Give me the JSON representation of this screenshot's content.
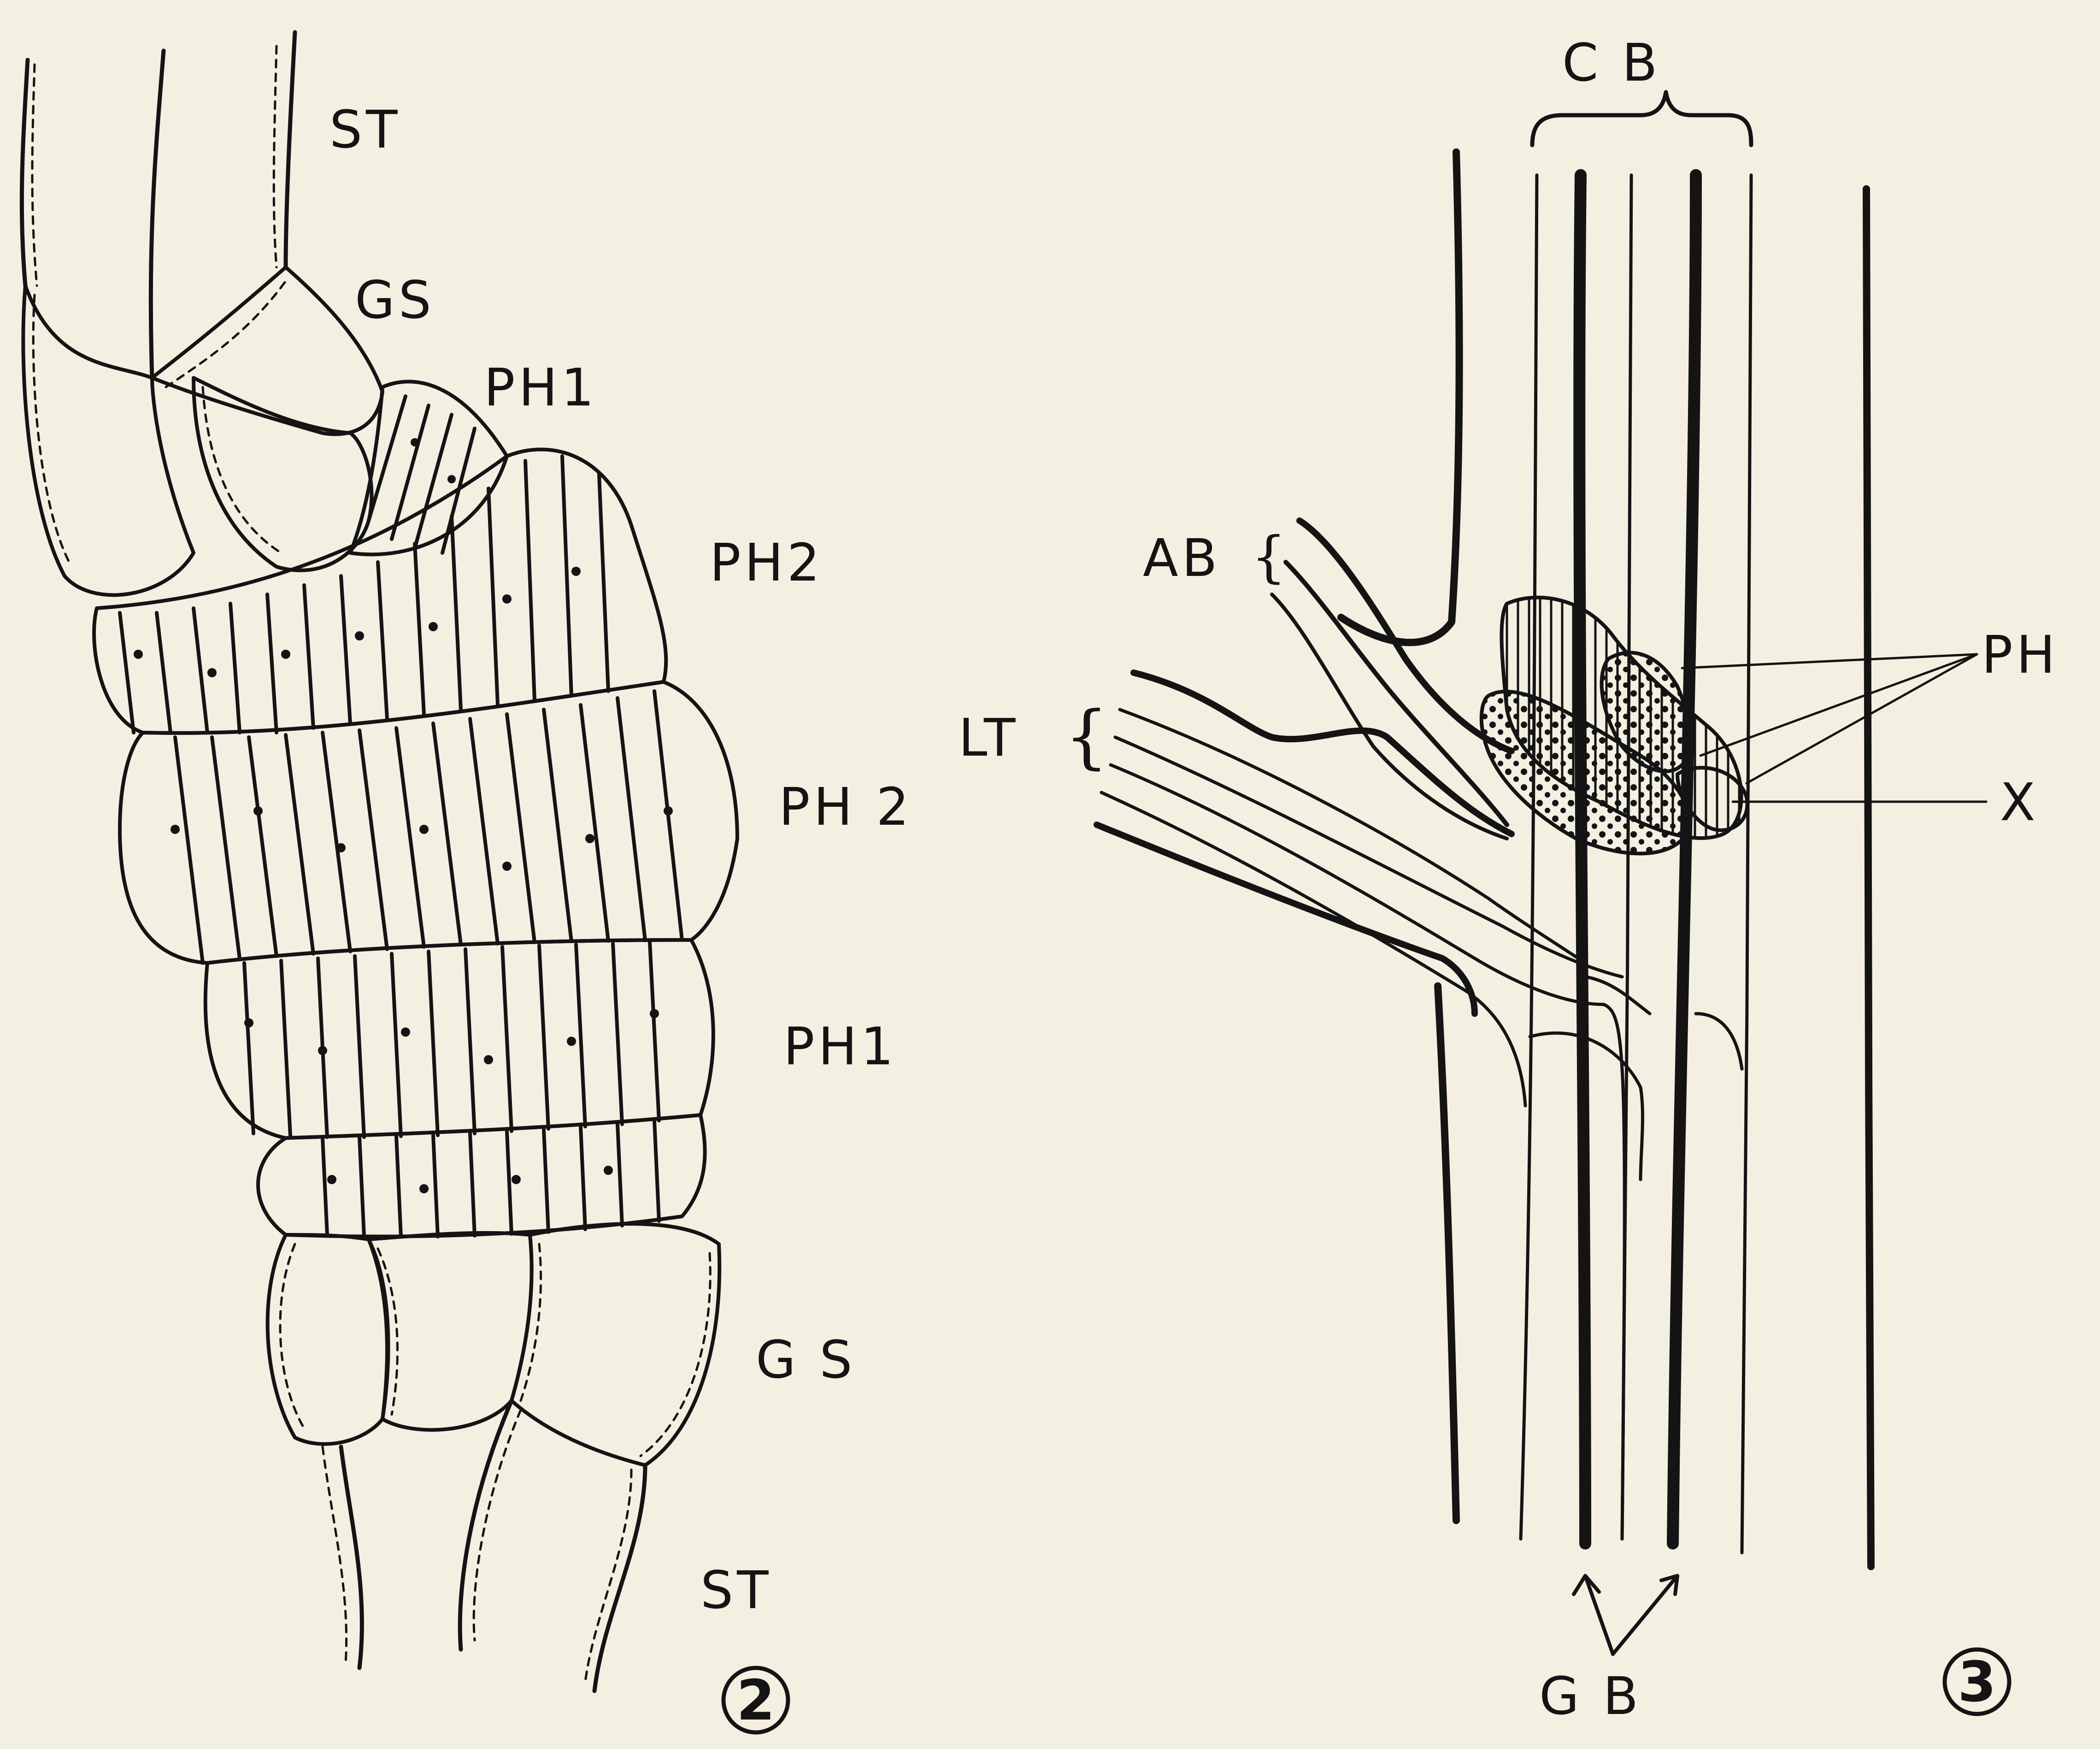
{
  "figure2": {
    "labels": {
      "st_top": "ST",
      "gs_top": "GS",
      "ph1_top": "PH1",
      "ph2_upper": "PH2",
      "ph2_lower": "PH 2",
      "ph1_lower": "PH1",
      "gs_bottom": "G S",
      "st_bottom": "ST"
    },
    "number": "2"
  },
  "figure3": {
    "labels": {
      "cb": "C B",
      "ab": "AB",
      "lt": "LT",
      "ph": "PH",
      "x": "X",
      "gb": "G B"
    },
    "number": "3"
  },
  "colors": {
    "ink": "#141414",
    "paper": "#f3f0e2"
  }
}
